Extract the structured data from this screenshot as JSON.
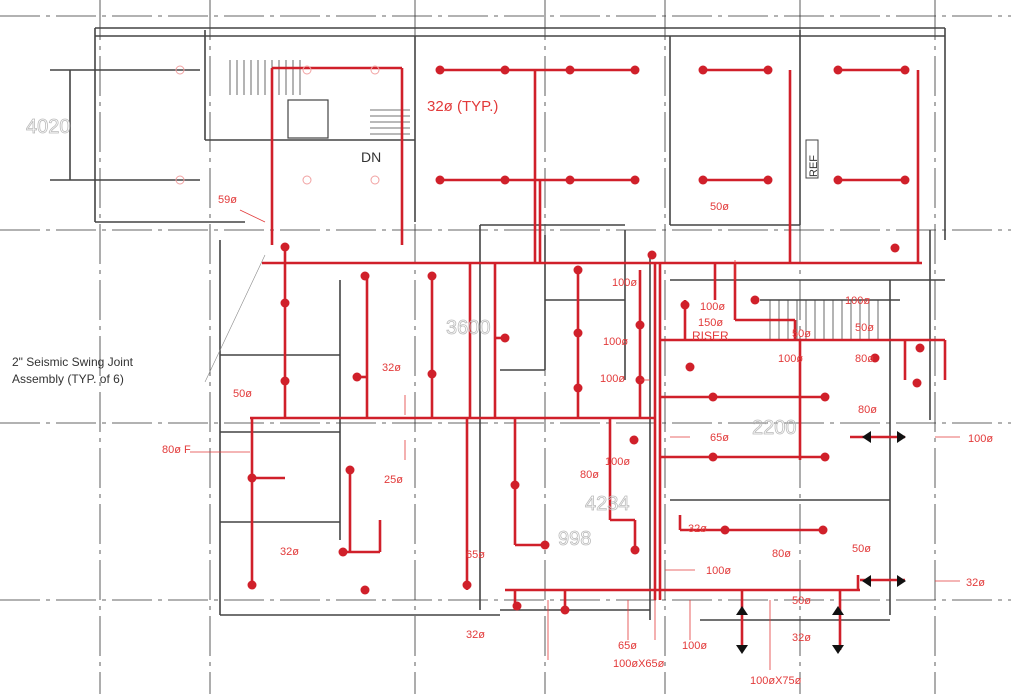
{
  "drawing": {
    "title": "Fire Sprinkler Layout Plan",
    "colors": {
      "pipe": "#d0202a",
      "label": "#e23a3a",
      "wall": "#444444",
      "grid": "#333333",
      "dimension": "#bbbbbb"
    },
    "notes": {
      "typical": "32ø (TYP.)",
      "stair": "DN",
      "ref": "REF",
      "riser": "RISER",
      "seismic_line1": "2\" Seismic Swing Joint",
      "seismic_line2": "Assembly  (TYP. of 6)"
    },
    "dimensions": [
      "4020",
      "3600",
      "2200",
      "4234",
      "998"
    ],
    "pipe_labels": [
      "59ø",
      "50ø",
      "100ø",
      "100ø",
      "150ø",
      "100ø",
      "100ø",
      "100ø",
      "50ø",
      "50ø",
      "100ø",
      "80ø",
      "80ø",
      "50ø",
      "32ø",
      "80ø F",
      "25ø",
      "65ø",
      "100ø",
      "80ø",
      "100ø",
      "32ø",
      "32ø",
      "80ø",
      "50ø",
      "65ø",
      "100ø",
      "50ø",
      "32ø",
      "32ø",
      "65ø",
      "100øX65ø",
      "100ø",
      "100øX75ø",
      "32ø"
    ]
  }
}
